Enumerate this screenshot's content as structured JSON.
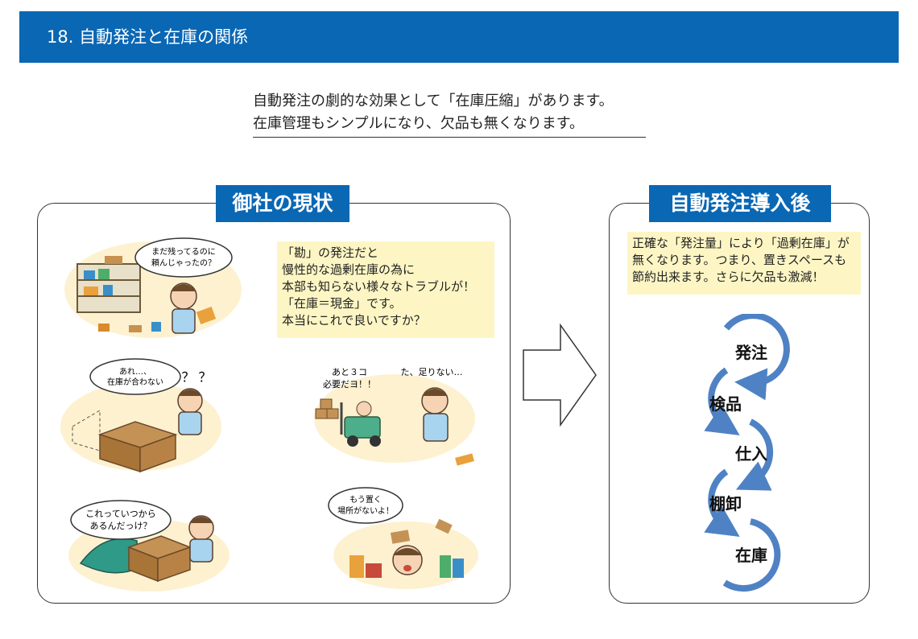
{
  "header": {
    "title": "18. 自動発注と在庫の関係"
  },
  "intro": {
    "line1": "自動発注の劇的な効果として「在庫圧縮」があります。",
    "line2": "在庫管理もシンプルになり、欠品も無くなります。"
  },
  "left_panel": {
    "title": "御社の現状",
    "note_lines": [
      "「勘」の発注だと",
      "慢性的な過剰在庫の為に",
      "本部も知らない様々なトラブルが！",
      "「在庫＝現金」です。",
      "本当にこれで良いですか？"
    ],
    "bubbles": {
      "b1_l1": "まだ残ってるのに",
      "b1_l2": "頼んじゃったの？",
      "b2_l1": "あれ…、",
      "b2_l2": "在庫が合わない",
      "b2_q": "？ ？",
      "b3_l1": "あと３コ",
      "b3_l2": "必要だヨ！！",
      "b3_r": "た、足りない…",
      "b4_l1": "これっていつから",
      "b4_l2": "あるんだっけ？",
      "b5_l1": "もう置く",
      "b5_l2": "場所がないよ！"
    }
  },
  "right_panel": {
    "title": "自動発注導入後",
    "note_lines": [
      "正確な「発注量」により「過剰在庫」が",
      "無くなります。つまり、置きスペースも",
      "節約出来ます。さらに欠品も激減！"
    ],
    "cycle_steps": [
      "発注",
      "検品",
      "仕入",
      "棚卸",
      "在庫"
    ]
  },
  "colors": {
    "header_bg": "#0a67b4",
    "note_bg": "#fdf6c4",
    "cycle_blue": "#4f82c4"
  }
}
